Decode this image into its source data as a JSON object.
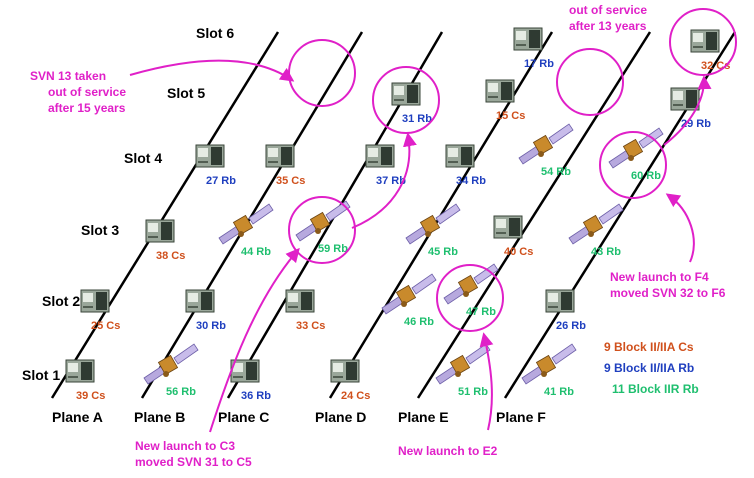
{
  "colors": {
    "cs": "#d0501c",
    "block_rb": "#1f3fbf",
    "iir_rb": "#1fbf6f",
    "annotation": "#e020c8",
    "line": "#000000"
  },
  "slot_labels": [
    "Slot 1",
    "Slot 2",
    "Slot 3",
    "Slot 4",
    "Slot 5",
    "Slot 6"
  ],
  "plane_labels": [
    "Plane A",
    "Plane B",
    "Plane C",
    "Plane D",
    "Plane E",
    "Plane F"
  ],
  "satellites": [
    {
      "label": "39 Cs",
      "kind": "cs",
      "icon": "block-ii-satellite-icon"
    },
    {
      "label": "25 Cs",
      "kind": "cs",
      "icon": "block-ii-satellite-icon"
    },
    {
      "label": "38 Cs",
      "kind": "cs",
      "icon": "block-ii-satellite-icon"
    },
    {
      "label": "27 Rb",
      "kind": "block_rb",
      "icon": "block-ii-satellite-icon"
    },
    {
      "label": "56 Rb",
      "kind": "iir_rb",
      "icon": "block-iir-satellite-icon"
    },
    {
      "label": "30 Rb",
      "kind": "block_rb",
      "icon": "block-ii-satellite-icon"
    },
    {
      "label": "44 Rb",
      "kind": "iir_rb",
      "icon": "block-iir-satellite-icon"
    },
    {
      "label": "35 Cs",
      "kind": "cs",
      "icon": "block-ii-satellite-icon"
    },
    {
      "label": "36 Rb",
      "kind": "block_rb",
      "icon": "block-ii-satellite-icon"
    },
    {
      "label": "33 Cs",
      "kind": "cs",
      "icon": "block-ii-satellite-icon"
    },
    {
      "label": "59 Rb",
      "kind": "iir_rb",
      "icon": "block-iir-satellite-icon"
    },
    {
      "label": "37 Rb",
      "kind": "block_rb",
      "icon": "block-ii-satellite-icon"
    },
    {
      "label": "31 Rb",
      "kind": "block_rb",
      "icon": "block-ii-satellite-icon"
    },
    {
      "label": "24 Cs",
      "kind": "cs",
      "icon": "block-ii-satellite-icon"
    },
    {
      "label": "46 Rb",
      "kind": "iir_rb",
      "icon": "block-iir-satellite-icon"
    },
    {
      "label": "45 Rb",
      "kind": "iir_rb",
      "icon": "block-iir-satellite-icon"
    },
    {
      "label": "34 Rb",
      "kind": "block_rb",
      "icon": "block-ii-satellite-icon"
    },
    {
      "label": "15 Cs",
      "kind": "cs",
      "icon": "block-ii-satellite-icon"
    },
    {
      "label": "51 Rb",
      "kind": "iir_rb",
      "icon": "block-iir-satellite-icon"
    },
    {
      "label": "47 Rb",
      "kind": "iir_rb",
      "icon": "block-iir-satellite-icon"
    },
    {
      "label": "40 Cs",
      "kind": "cs",
      "icon": "block-ii-satellite-icon"
    },
    {
      "label": "54 Rb",
      "kind": "iir_rb",
      "icon": "block-iir-satellite-icon"
    },
    {
      "label": "17 Rb",
      "kind": "block_rb",
      "icon": "block-ii-satellite-icon"
    },
    {
      "label": "41 Rb",
      "kind": "iir_rb",
      "icon": "block-iir-satellite-icon"
    },
    {
      "label": "26 Rb",
      "kind": "block_rb",
      "icon": "block-ii-satellite-icon"
    },
    {
      "label": "43 Rb",
      "kind": "iir_rb",
      "icon": "block-iir-satellite-icon"
    },
    {
      "label": "60 Rb",
      "kind": "iir_rb",
      "icon": "block-iir-satellite-icon"
    },
    {
      "label": "29 Rb",
      "kind": "block_rb",
      "icon": "block-ii-satellite-icon"
    },
    {
      "label": "32 Cs",
      "kind": "cs",
      "icon": "block-ii-satellite-icon"
    }
  ],
  "annotations": {
    "svn13_out": [
      "SVN 13 taken",
      "out of service",
      "after 15 years"
    ],
    "top_out": [
      "out of service",
      "after 13 years"
    ],
    "launch_c3": [
      "New launch to C3",
      "moved SVN 31 to C5"
    ],
    "launch_e2": [
      "New launch to E2"
    ],
    "launch_f4": [
      "New launch to F4",
      "moved SVN 32 to F6"
    ]
  },
  "legend": [
    {
      "text": "9 Block II/IIA Cs",
      "kind": "cs"
    },
    {
      "text": "9 Block II/IIA Rb",
      "kind": "block_rb"
    },
    {
      "text": "11 Block IIR Rb",
      "kind": "iir_rb"
    }
  ]
}
